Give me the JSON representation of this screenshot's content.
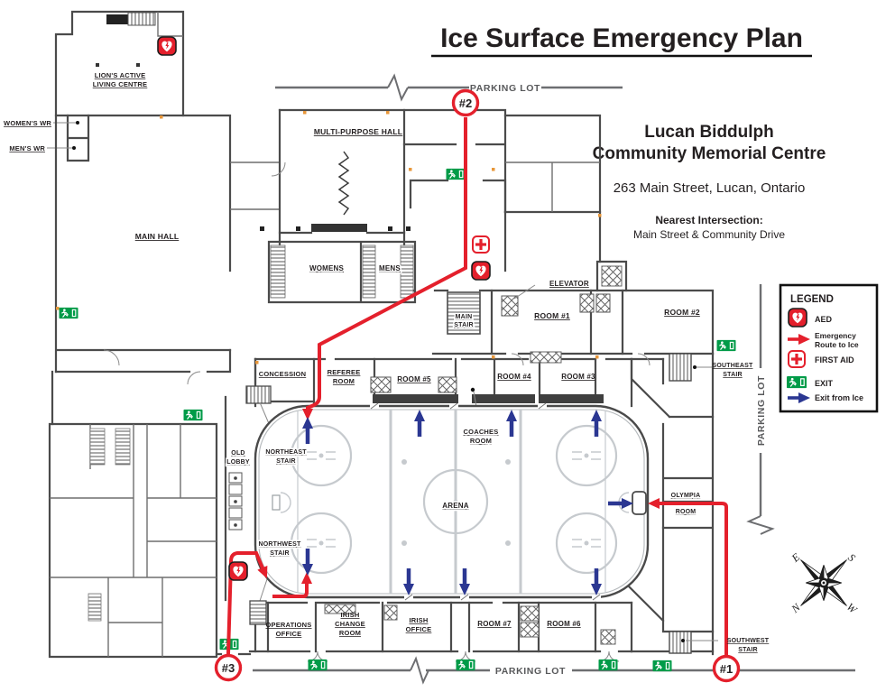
{
  "title": "Ice Surface Emergency Plan",
  "venue": {
    "name1": "Lucan Biddulph",
    "name2": "Community Memorial Centre",
    "address": "263 Main Street, Lucan, Ontario",
    "intersection_label": "Nearest Intersection:",
    "intersection": "Main Street & Community Drive"
  },
  "legend": {
    "title": "LEGEND",
    "aed": "AED",
    "route1": "Emergency",
    "route2": "Route to Ice",
    "first_aid": "FIRST AID",
    "exit": "EXIT",
    "exit_from_ice": "Exit from Ice"
  },
  "parking": {
    "top": "PARKING LOT",
    "right": "PARKING LOT",
    "bottom": "PARKING LOT"
  },
  "markers": {
    "m1": "#1",
    "m2": "#2",
    "m3": "#3"
  },
  "compass": {
    "n": "N",
    "e": "E",
    "s": "S",
    "w": "W"
  },
  "colors": {
    "red": "#e4202c",
    "blue": "#2b3792",
    "green": "#009b48",
    "wall": "#4b4b4b",
    "gray": "#58595b"
  },
  "rooms": {
    "lions_1": "LION'S ACTIVE",
    "lions_2": "LIVING CENTRE",
    "womens_wr": "WOMEN'S WR",
    "mens_wr": "MEN'S WR",
    "main_hall": "MAIN HALL",
    "mph": "MULTI-PURPOSE HALL",
    "womens": "WOMENS",
    "mens": "MENS",
    "elevator": "ELEVATOR",
    "main_stair_1": "MAIN",
    "main_stair_2": "STAIR",
    "room1": "ROOM #1",
    "room2": "ROOM #2",
    "room3": "ROOM #3",
    "room4": "ROOM #4",
    "room5": "ROOM #5",
    "room6": "ROOM #6",
    "room7": "ROOM #7",
    "se_stair_1": "SOUTHEAST",
    "se_stair_2": "STAIR",
    "concession": "CONCESSION",
    "referee_1": "REFEREE",
    "referee_2": "ROOM",
    "coaches_1": "COACHES",
    "coaches_2": "ROOM",
    "ne_stair_1": "NORTHEAST",
    "ne_stair_2": "STAIR",
    "old_lobby_1": "OLD",
    "old_lobby_2": "LOBBY",
    "arena": "ARENA",
    "nw_stair_1": "NORTHWEST",
    "nw_stair_2": "STAIR",
    "olympia_1": "OLYMPIA",
    "olympia_2": "ROOM",
    "sw_stair_1": "SOUTHWEST",
    "sw_stair_2": "STAIR",
    "operations_1": "OPERATIONS",
    "operations_2": "OFFICE",
    "irish_change_1": "IRISH",
    "irish_change_2": "CHANGE",
    "irish_change_3": "ROOM",
    "irish_office_1": "IRISH",
    "irish_office_2": "OFFICE"
  }
}
